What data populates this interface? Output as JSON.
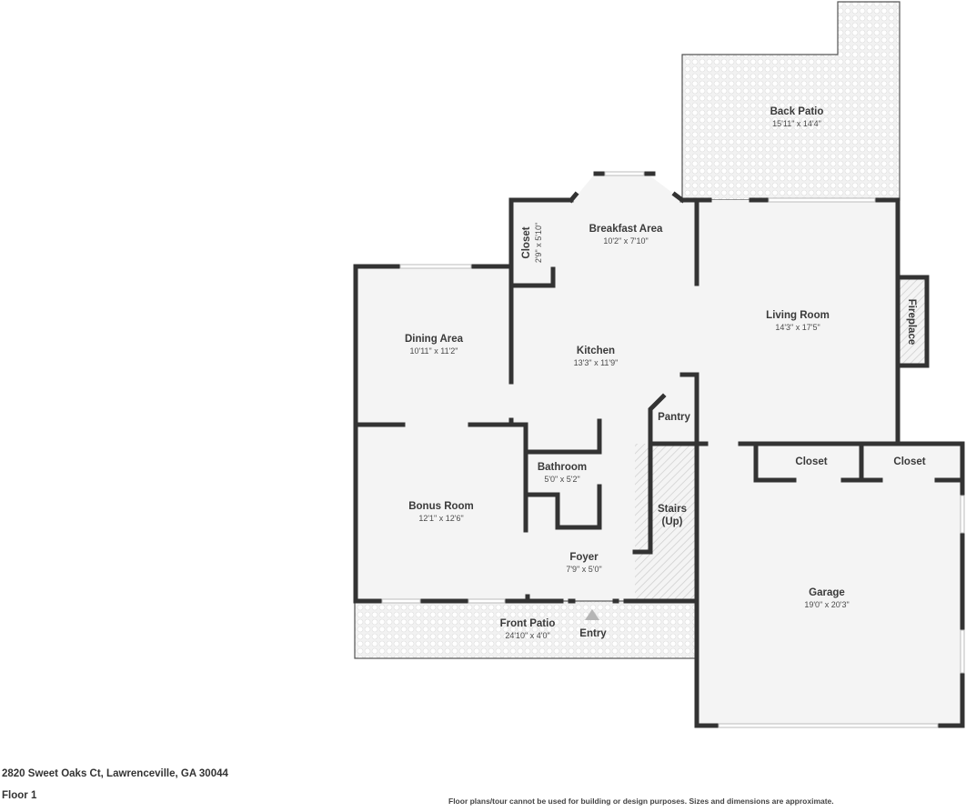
{
  "plan": {
    "colors": {
      "wall": "#333333",
      "room_fill": "#f4f4f4",
      "patio_fill": "#f2f2f2",
      "hatch": "#cfcfcf",
      "entry_marker": "#b5b5b5",
      "window": "#ffffff"
    },
    "rooms": [
      {
        "id": "back-patio",
        "name": "Back Patio",
        "dims": "15'11\" x 14'4\""
      },
      {
        "id": "breakfast-area",
        "name": "Breakfast Area",
        "dims": "10'2\" x 7'10\""
      },
      {
        "id": "closet-breakfast",
        "name": "Closet",
        "dims": "2'9\" x 5'10\""
      },
      {
        "id": "living-room",
        "name": "Living Room",
        "dims": "14'3\" x 17'5\""
      },
      {
        "id": "fireplace",
        "name": "Fireplace",
        "dims": ""
      },
      {
        "id": "dining-area",
        "name": "Dining Area",
        "dims": "10'11\" x 11'2\""
      },
      {
        "id": "kitchen",
        "name": "Kitchen",
        "dims": "13'3\" x 11'9\""
      },
      {
        "id": "pantry",
        "name": "Pantry",
        "dims": ""
      },
      {
        "id": "bathroom",
        "name": "Bathroom",
        "dims": "5'0\" x 5'2\""
      },
      {
        "id": "bonus-room",
        "name": "Bonus Room",
        "dims": "12'1\" x 12'6\""
      },
      {
        "id": "stairs",
        "name": "Stairs",
        "name2": "(Up)",
        "dims": ""
      },
      {
        "id": "closet-garage-1",
        "name": "Closet",
        "dims": ""
      },
      {
        "id": "closet-garage-2",
        "name": "Closet",
        "dims": ""
      },
      {
        "id": "foyer",
        "name": "Foyer",
        "dims": "7'9\" x 5'0\""
      },
      {
        "id": "garage",
        "name": "Garage",
        "dims": "19'0\" x 20'3\""
      },
      {
        "id": "front-patio",
        "name": "Front Patio",
        "dims": "24'10\" x 4'0\""
      },
      {
        "id": "entry",
        "name": "Entry",
        "dims": ""
      }
    ]
  },
  "footer": {
    "address": "2820 Sweet Oaks Ct, Lawrenceville, GA 30044",
    "floor": "Floor 1",
    "disclaimer": "Floor plans/tour cannot be used for building or design purposes. Sizes and dimensions are approximate."
  }
}
